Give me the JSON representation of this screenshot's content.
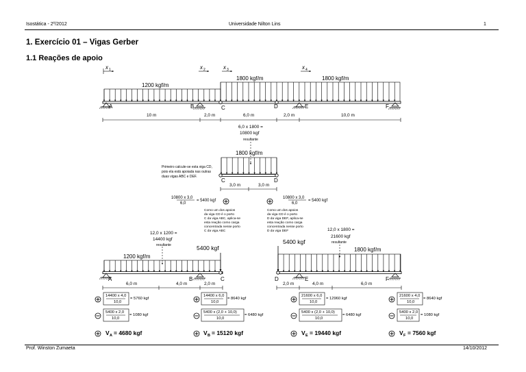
{
  "header": {
    "left": "Isostática - 2º/2012",
    "center": "Universidade Nilton Lins",
    "page": "1"
  },
  "title": "1. Exercício 01 – Vigas Gerber",
  "section": "1.1 Reações de apoio",
  "footer": {
    "left": "Prof. Winston Zumaeta",
    "right": "14/10/2012"
  },
  "top_beam": {
    "x_labels": [
      "x",
      "x",
      "x",
      "x"
    ],
    "x_subs": [
      "1",
      "2",
      "3",
      "4"
    ],
    "load_left": "1200 kgf/m",
    "load_mid": "1800 kgf/m",
    "load_right": "1800 kgf/m",
    "points": [
      "A",
      "B",
      "C",
      "D",
      "E",
      "F"
    ],
    "dims": [
      "10 m",
      "2,0 m",
      "6,0 m",
      "2,0 m",
      "10,0 m"
    ]
  },
  "cd_beam": {
    "resultant_calc_1": "6,0 x 1800 =",
    "resultant_calc_2": "10800 kgf",
    "resultant_word": "resultante",
    "load": "1800 kgf/m",
    "note": [
      "Primeiro calcule-se esta viga CD,",
      "pois ela está apoiada nas outras",
      "duas vigas ABC e DEF."
    ],
    "left": "C",
    "right": "D",
    "dims": [
      "3,0 m",
      "3,0 m"
    ],
    "calc_left_num": "10800 x 3,0",
    "calc_left_den": "6,0",
    "calc_left_res": "= 5400 kgf",
    "calc_right_num": "10800 x 3,0",
    "calc_right_den": "6,0",
    "calc_right_res": "= 5400 kgf",
    "note_left": [
      "Como um dos apoios",
      "da viga CD é o porto",
      "C da viga ABC, aplica-se",
      "esta reação como carga",
      "concentrada nesse porto",
      "C da viga ABC"
    ],
    "note_right": [
      "Como um dos apoios",
      "da viga CD é o porto",
      "D da viga DEF, aplica-se",
      "esta reação como carga",
      "concentrada nesse porto",
      "D da viga DEF"
    ]
  },
  "abc_beam": {
    "resultant_calc_1": "12,0 x 1200 =",
    "resultant_calc_2": "14400 kgf",
    "resultant_word": "resultante",
    "point_load": "5400 kgf",
    "load": "1200 kgf/m",
    "points": [
      "A",
      "B",
      "C"
    ],
    "dims": [
      "6,0 m",
      "4,0 m",
      "2,0 m"
    ],
    "calcs": [
      {
        "num": "14400 x 4,0",
        "den": "10,0",
        "res": "= 5760 kgf"
      },
      {
        "num": "5400 x 2,0",
        "den": "10,0",
        "res": "= 1080 kgf"
      },
      {
        "num": "14400 x 6,0",
        "den": "10,0",
        "res": "= 8640 kgf"
      },
      {
        "num": "5400 x (2,0 + 10,0)",
        "den": "10,0",
        "res": "= 6480 kgf"
      }
    ],
    "result_a_pre": "V",
    "result_a_sub": "A",
    "result_a_val": "= 4680 kgf",
    "result_b_pre": "V",
    "result_b_sub": "B",
    "result_b_val": "= 15120 kgf"
  },
  "def_beam": {
    "resultant_calc_1": "12,0 x 1800 =",
    "resultant_calc_2": "21600 kgf",
    "resultant_word": "resultante",
    "point_load": "5400 kgf",
    "load": "1800 kgf/m",
    "points": [
      "D",
      "E",
      "F"
    ],
    "dims": [
      "2,0 m",
      "4,0 m",
      "6,0 m"
    ],
    "calcs": [
      {
        "num": "21600 x 6,0",
        "den": "10,0",
        "res": "= 12960 kgf"
      },
      {
        "num": "5400 x (2,0 + 10,0)",
        "den": "10,0",
        "res": "= 6480 kgf"
      },
      {
        "num": "21600 x 4,0",
        "den": "10,0",
        "res": "= 8640 kgf"
      },
      {
        "num": "5400 x 2,0",
        "den": "10,0",
        "res": "= 1080 kgf"
      }
    ],
    "result_e_pre": "V",
    "result_e_sub": "E",
    "result_e_val": "= 19440 kgf",
    "result_f_pre": "V",
    "result_f_sub": "F",
    "result_f_val": "= 7560 kgf"
  }
}
